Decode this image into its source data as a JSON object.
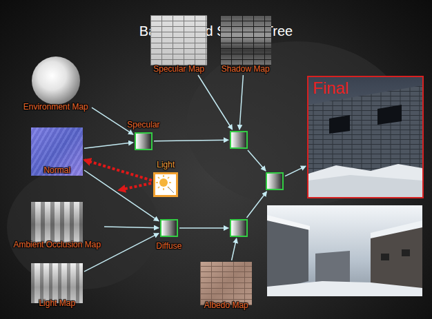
{
  "diagram": {
    "title": "Background Shader Tree",
    "nodes": [
      {
        "text": [
          "Environment Map"
        ]
      },
      {
        "text": [
          "Specular Map"
        ]
      },
      {
        "text": [
          "Shadow Map"
        ]
      },
      {
        "text": [
          "Final"
        ]
      },
      {
        "text": [
          "Specular"
        ]
      },
      {
        "text": []
      },
      {
        "text": [
          "Normal"
        ]
      },
      {
        "text": [
          "Light"
        ]
      },
      {
        "text": []
      },
      {
        "text": [
          "Ambient Occlusion Map"
        ]
      },
      {
        "text": [
          "Diffuse"
        ]
      },
      {
        "text": []
      },
      {
        "text": [
          "Light Map"
        ]
      },
      {
        "text": [
          "Albedo Map"
        ]
      }
    ],
    "edges": [
      {
        "from": 0,
        "to": 4,
        "arrow": "to"
      },
      {
        "from": 6,
        "to": 4,
        "arrow": "to"
      },
      {
        "from": 4,
        "to": 5,
        "arrow": "to"
      },
      {
        "from": 1,
        "to": 5,
        "arrow": "to"
      },
      {
        "from": 2,
        "to": 5,
        "arrow": "to"
      },
      {
        "from": 7,
        "to": 6,
        "arrow": "to"
      },
      {
        "from": 6,
        "to": 10,
        "arrow": "to"
      },
      {
        "from": 9,
        "to": 10,
        "arrow": "to"
      },
      {
        "from": 12,
        "to": 10,
        "arrow": "to"
      },
      {
        "from": 10,
        "to": 11,
        "arrow": "to"
      },
      {
        "from": 13,
        "to": 11,
        "arrow": "to"
      },
      {
        "from": 5,
        "to": 8,
        "arrow": "to"
      },
      {
        "from": 11,
        "to": 8,
        "arrow": "to"
      },
      {
        "from": 8,
        "to": 3,
        "arrow": "to"
      }
    ]
  }
}
